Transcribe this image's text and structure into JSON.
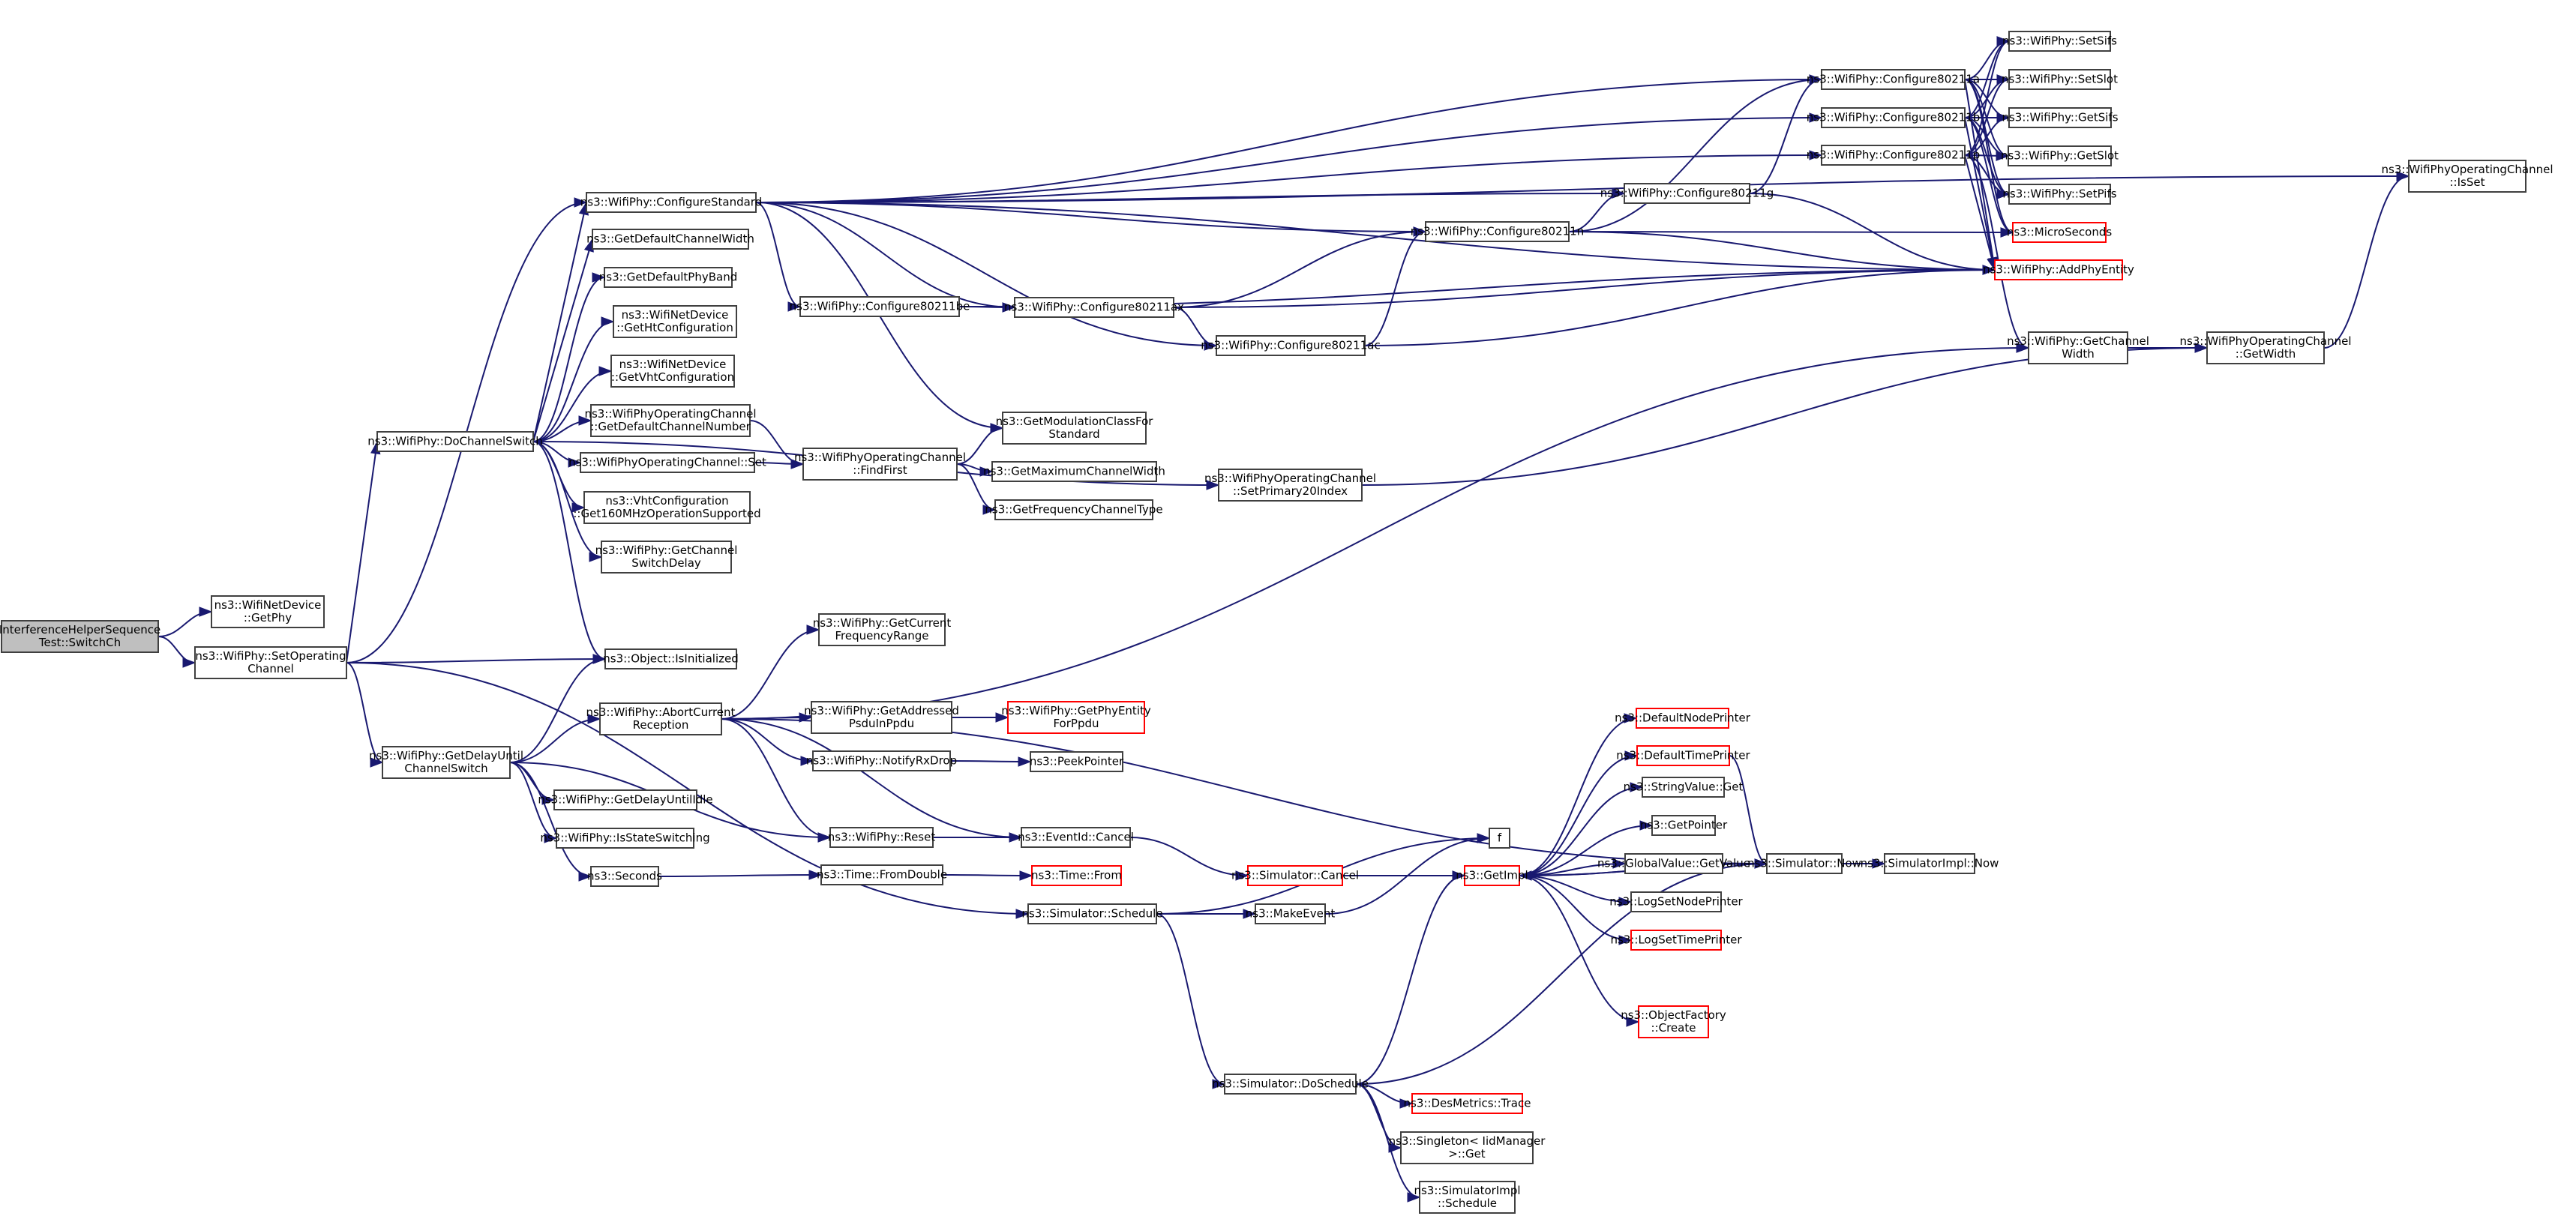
{
  "diagram": {
    "type": "call-graph",
    "edge_color": "#191970",
    "root_fill": "#bfbfbf",
    "external_border": "#ff0000",
    "nodes": [
      {
        "id": "root",
        "label": [
          "InterferenceHelperSequence",
          "Test::SwitchCh"
        ],
        "kind": "root"
      },
      {
        "id": "getphy",
        "label": [
          "ns3::WifiNetDevice",
          "::GetPhy"
        ]
      },
      {
        "id": "setopch",
        "label": [
          "ns3::WifiPhy::SetOperating",
          "Channel"
        ]
      },
      {
        "id": "dochsw",
        "label": [
          "ns3::WifiPhy::DoChannelSwitch"
        ]
      },
      {
        "id": "confstd",
        "label": [
          "ns3::WifiPhy::ConfigureStandard"
        ]
      },
      {
        "id": "gdcw",
        "label": [
          "ns3::GetDefaultChannelWidth"
        ]
      },
      {
        "id": "gdpb",
        "label": [
          "ns3::GetDefaultPhyBand"
        ]
      },
      {
        "id": "ghtc",
        "label": [
          "ns3::WifiNetDevice",
          "::GetHtConfiguration"
        ]
      },
      {
        "id": "gvhtc",
        "label": [
          "ns3::WifiNetDevice",
          "::GetVhtConfiguration"
        ]
      },
      {
        "id": "gdcn",
        "label": [
          "ns3::WifiPhyOperatingChannel",
          "::GetDefaultChannelNumber"
        ]
      },
      {
        "id": "wocset",
        "label": [
          "ns3::WifiPhyOperatingChannel::Set"
        ]
      },
      {
        "id": "vht160",
        "label": [
          "ns3::VhtConfiguration",
          "::Get160MHzOperationSupported"
        ]
      },
      {
        "id": "gchswd",
        "label": [
          "ns3::WifiPhy::GetChannel",
          "SwitchDelay"
        ]
      },
      {
        "id": "isinit",
        "label": [
          "ns3::Object::IsInitialized"
        ]
      },
      {
        "id": "gdelay",
        "label": [
          "ns3::WifiPhy::GetDelayUntil",
          "ChannelSwitch"
        ]
      },
      {
        "id": "abort",
        "label": [
          "ns3::WifiPhy::AbortCurrent",
          "Reception"
        ]
      },
      {
        "id": "gdidle",
        "label": [
          "ns3::WifiPhy::GetDelayUntilIdle"
        ]
      },
      {
        "id": "isswitch",
        "label": [
          "ns3::WifiPhy::IsStateSwitching"
        ]
      },
      {
        "id": "seconds",
        "label": [
          "ns3::Seconds"
        ]
      },
      {
        "id": "c11be",
        "label": [
          "ns3::WifiPhy::Configure80211be"
        ]
      },
      {
        "id": "c11ax",
        "label": [
          "ns3::WifiPhy::Configure80211ax"
        ]
      },
      {
        "id": "c11ac",
        "label": [
          "ns3::WifiPhy::Configure80211ac"
        ]
      },
      {
        "id": "c11n",
        "label": [
          "ns3::WifiPhy::Configure80211n"
        ]
      },
      {
        "id": "c11g",
        "label": [
          "ns3::WifiPhy::Configure80211g"
        ]
      },
      {
        "id": "c11a",
        "label": [
          "ns3::WifiPhy::Configure80211a"
        ]
      },
      {
        "id": "c11b",
        "label": [
          "ns3::WifiPhy::Configure80211b"
        ]
      },
      {
        "id": "c11p",
        "label": [
          "ns3::WifiPhy::Configure80211p"
        ]
      },
      {
        "id": "setsifs",
        "label": [
          "ns3::WifiPhy::SetSifs"
        ]
      },
      {
        "id": "setslot",
        "label": [
          "ns3::WifiPhy::SetSlot"
        ]
      },
      {
        "id": "getsifs",
        "label": [
          "ns3::WifiPhy::GetSifs"
        ]
      },
      {
        "id": "getslot",
        "label": [
          "ns3::WifiPhy::GetSlot"
        ]
      },
      {
        "id": "setpifs",
        "label": [
          "ns3::WifiPhy::SetPifs"
        ]
      },
      {
        "id": "micro",
        "label": [
          "ns3::MicroSeconds"
        ],
        "kind": "ext"
      },
      {
        "id": "addphy",
        "label": [
          "ns3::WifiPhy::AddPhyEntity"
        ],
        "kind": "ext"
      },
      {
        "id": "gchw",
        "label": [
          "ns3::WifiPhy::GetChannel",
          "Width"
        ]
      },
      {
        "id": "wocgw",
        "label": [
          "ns3::WifiPhyOperatingChannel",
          "::GetWidth"
        ]
      },
      {
        "id": "wocisset",
        "label": [
          "ns3::WifiPhyOperatingChannel",
          "::IsSet"
        ]
      },
      {
        "id": "gmodcls",
        "label": [
          "ns3::GetModulationClassFor",
          "Standard"
        ]
      },
      {
        "id": "findfirst",
        "label": [
          "ns3::WifiPhyOperatingChannel",
          "::FindFirst"
        ]
      },
      {
        "id": "gmaxcw",
        "label": [
          "ns3::GetMaximumChannelWidth"
        ]
      },
      {
        "id": "gfct",
        "label": [
          "ns3::GetFrequencyChannelType"
        ]
      },
      {
        "id": "setp20",
        "label": [
          "ns3::WifiPhyOperatingChannel",
          "::SetPrimary20Index"
        ]
      },
      {
        "id": "gcfr",
        "label": [
          "ns3::WifiPhy::GetCurrent",
          "FrequencyRange"
        ]
      },
      {
        "id": "gapsdu",
        "label": [
          "ns3::WifiPhy::GetAddressed",
          "PsduInPpdu"
        ]
      },
      {
        "id": "gpefp",
        "label": [
          "ns3::WifiPhy::GetPhyEntity",
          "ForPpdu"
        ],
        "kind": "ext"
      },
      {
        "id": "nrxdrop",
        "label": [
          "ns3::WifiPhy::NotifyRxDrop"
        ]
      },
      {
        "id": "peekptr",
        "label": [
          "ns3::PeekPointer"
        ]
      },
      {
        "id": "reset",
        "label": [
          "ns3::WifiPhy::Reset"
        ]
      },
      {
        "id": "evcancel",
        "label": [
          "ns3::EventId::Cancel"
        ]
      },
      {
        "id": "fromdbl",
        "label": [
          "ns3::Time::FromDouble"
        ]
      },
      {
        "id": "timefrom",
        "label": [
          "ns3::Time::From"
        ],
        "kind": "ext"
      },
      {
        "id": "simsched",
        "label": [
          "ns3::Simulator::Schedule"
        ]
      },
      {
        "id": "simcancel",
        "label": [
          "ns3::Simulator::Cancel"
        ],
        "kind": "ext"
      },
      {
        "id": "makeevent",
        "label": [
          "ns3::MakeEvent"
        ]
      },
      {
        "id": "f",
        "label": [
          "f"
        ]
      },
      {
        "id": "getimpl",
        "label": [
          "ns3::GetImpl"
        ],
        "kind": "ext"
      },
      {
        "id": "dnp",
        "label": [
          "ns3::DefaultNodePrinter"
        ],
        "kind": "ext"
      },
      {
        "id": "dtp",
        "label": [
          "ns3::DefaultTimePrinter"
        ],
        "kind": "ext"
      },
      {
        "id": "svget",
        "label": [
          "ns3::StringValue::Get"
        ]
      },
      {
        "id": "getptr",
        "label": [
          "ns3::GetPointer"
        ]
      },
      {
        "id": "gvget",
        "label": [
          "ns3::GlobalValue::GetValue"
        ]
      },
      {
        "id": "lsnp",
        "label": [
          "ns3::LogSetNodePrinter"
        ]
      },
      {
        "id": "lstp",
        "label": [
          "ns3::LogSetTimePrinter"
        ],
        "kind": "ext"
      },
      {
        "id": "ofcreate",
        "label": [
          "ns3::ObjectFactory",
          "::Create"
        ],
        "kind": "ext"
      },
      {
        "id": "simnow",
        "label": [
          "ns3::Simulator::Now"
        ]
      },
      {
        "id": "simimplnow",
        "label": [
          "ns3::SimulatorImpl::Now"
        ]
      },
      {
        "id": "dosched",
        "label": [
          "ns3::Simulator::DoSchedule"
        ]
      },
      {
        "id": "desmet",
        "label": [
          "ns3::DesMetrics::Trace"
        ],
        "kind": "ext"
      },
      {
        "id": "singleton",
        "label": [
          "ns3::Singleton< IidManager",
          ">::Get"
        ]
      },
      {
        "id": "implsched",
        "label": [
          "ns3::SimulatorImpl",
          "::Schedule"
        ]
      }
    ],
    "edges": [
      [
        "root",
        "getphy"
      ],
      [
        "root",
        "setopch"
      ],
      [
        "setopch",
        "dochsw"
      ],
      [
        "setopch",
        "isinit"
      ],
      [
        "setopch",
        "gdelay"
      ],
      [
        "setopch",
        "simsched"
      ],
      [
        "setopch",
        "confstd"
      ],
      [
        "dochsw",
        "confstd"
      ],
      [
        "dochsw",
        "gdcw"
      ],
      [
        "dochsw",
        "gdpb"
      ],
      [
        "dochsw",
        "ghtc"
      ],
      [
        "dochsw",
        "gvhtc"
      ],
      [
        "dochsw",
        "gdcn"
      ],
      [
        "dochsw",
        "wocset"
      ],
      [
        "dochsw",
        "vht160"
      ],
      [
        "dochsw",
        "gchswd"
      ],
      [
        "dochsw",
        "isinit"
      ],
      [
        "dochsw",
        "setp20"
      ],
      [
        "confstd",
        "c11be"
      ],
      [
        "confstd",
        "c11ax"
      ],
      [
        "confstd",
        "c11ac"
      ],
      [
        "confstd",
        "c11n"
      ],
      [
        "confstd",
        "c11g"
      ],
      [
        "confstd",
        "c11a"
      ],
      [
        "confstd",
        "c11b"
      ],
      [
        "confstd",
        "c11p"
      ],
      [
        "confstd",
        "gmodcls"
      ],
      [
        "confstd",
        "wocisset"
      ],
      [
        "confstd",
        "addphy"
      ],
      [
        "c11be",
        "c11ax"
      ],
      [
        "c11be",
        "addphy"
      ],
      [
        "c11ax",
        "c11ac"
      ],
      [
        "c11ax",
        "c11n"
      ],
      [
        "c11ax",
        "addphy"
      ],
      [
        "c11ac",
        "c11n"
      ],
      [
        "c11ac",
        "addphy"
      ],
      [
        "c11n",
        "c11g"
      ],
      [
        "c11n",
        "c11a"
      ],
      [
        "c11n",
        "micro"
      ],
      [
        "c11n",
        "addphy"
      ],
      [
        "c11g",
        "c11a"
      ],
      [
        "c11g",
        "addphy"
      ],
      [
        "c11a",
        "setsifs"
      ],
      [
        "c11a",
        "setslot"
      ],
      [
        "c11a",
        "getsifs"
      ],
      [
        "c11a",
        "getslot"
      ],
      [
        "c11a",
        "setpifs"
      ],
      [
        "c11a",
        "micro"
      ],
      [
        "c11a",
        "addphy"
      ],
      [
        "c11b",
        "setsifs"
      ],
      [
        "c11b",
        "setslot"
      ],
      [
        "c11b",
        "getsifs"
      ],
      [
        "c11b",
        "getslot"
      ],
      [
        "c11b",
        "setpifs"
      ],
      [
        "c11b",
        "micro"
      ],
      [
        "c11b",
        "addphy"
      ],
      [
        "c11p",
        "setsifs"
      ],
      [
        "c11p",
        "setslot"
      ],
      [
        "c11p",
        "getsifs"
      ],
      [
        "c11p",
        "getslot"
      ],
      [
        "c11p",
        "setpifs"
      ],
      [
        "c11p",
        "addphy"
      ],
      [
        "c11p",
        "gchw"
      ],
      [
        "gchw",
        "wocgw"
      ],
      [
        "wocgw",
        "wocisset"
      ],
      [
        "setp20",
        "wocgw"
      ],
      [
        "wocset",
        "findfirst"
      ],
      [
        "gdcn",
        "findfirst"
      ],
      [
        "findfirst",
        "gmodcls"
      ],
      [
        "findfirst",
        "gmaxcw"
      ],
      [
        "findfirst",
        "gfct"
      ],
      [
        "gdelay",
        "isinit"
      ],
      [
        "gdelay",
        "abort"
      ],
      [
        "gdelay",
        "gdidle"
      ],
      [
        "gdelay",
        "isswitch"
      ],
      [
        "gdelay",
        "seconds"
      ],
      [
        "gdelay",
        "reset"
      ],
      [
        "abort",
        "gcfr"
      ],
      [
        "abort",
        "gapsdu"
      ],
      [
        "abort",
        "nrxdrop"
      ],
      [
        "abort",
        "reset"
      ],
      [
        "abort",
        "evcancel"
      ],
      [
        "abort",
        "simnow"
      ],
      [
        "abort",
        "gchw"
      ],
      [
        "gapsdu",
        "gpefp"
      ],
      [
        "nrxdrop",
        "peekptr"
      ],
      [
        "reset",
        "evcancel"
      ],
      [
        "evcancel",
        "simcancel"
      ],
      [
        "seconds",
        "fromdbl"
      ],
      [
        "fromdbl",
        "timefrom"
      ],
      [
        "simsched",
        "makeevent"
      ],
      [
        "simsched",
        "f"
      ],
      [
        "simsched",
        "dosched"
      ],
      [
        "makeevent",
        "f"
      ],
      [
        "simcancel",
        "getimpl"
      ],
      [
        "getimpl",
        "dnp"
      ],
      [
        "getimpl",
        "dtp"
      ],
      [
        "getimpl",
        "svget"
      ],
      [
        "getimpl",
        "getptr"
      ],
      [
        "getimpl",
        "gvget"
      ],
      [
        "getimpl",
        "lsnp"
      ],
      [
        "getimpl",
        "lstp"
      ],
      [
        "getimpl",
        "ofcreate"
      ],
      [
        "getimpl",
        "simnow"
      ],
      [
        "dtp",
        "simnow"
      ],
      [
        "simnow",
        "getimpl"
      ],
      [
        "simnow",
        "simimplnow"
      ],
      [
        "dosched",
        "getimpl"
      ],
      [
        "dosched",
        "simnow"
      ],
      [
        "dosched",
        "desmet"
      ],
      [
        "dosched",
        "singleton"
      ],
      [
        "dosched",
        "implsched"
      ]
    ]
  }
}
